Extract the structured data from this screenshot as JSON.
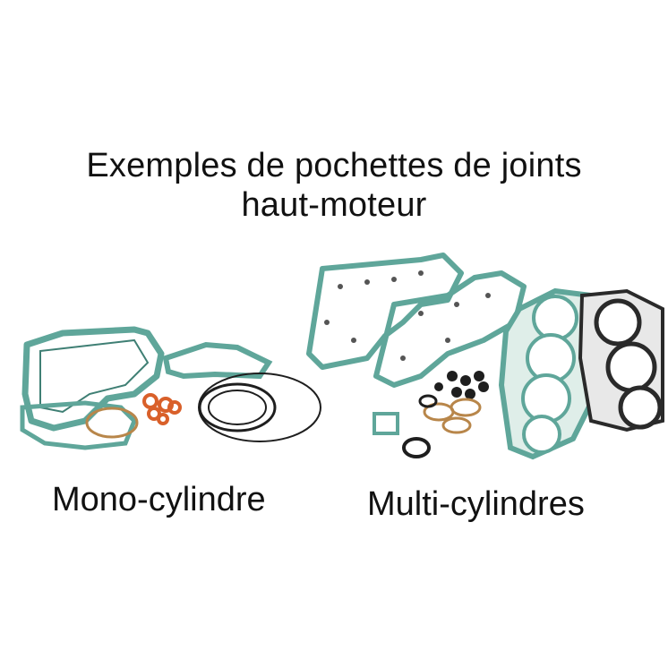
{
  "title": {
    "line1": "Exemples de pochettes de joints",
    "line2": "haut-moteur"
  },
  "labels": {
    "mono": "Mono-cylindre",
    "multi": "Multi-cylindres"
  },
  "colors": {
    "gasket_green": "#5fa69a",
    "gasket_dark": "#2a2a2a",
    "oring_orange": "#d9602a",
    "copper": "#b8864a",
    "background": "#ffffff"
  }
}
